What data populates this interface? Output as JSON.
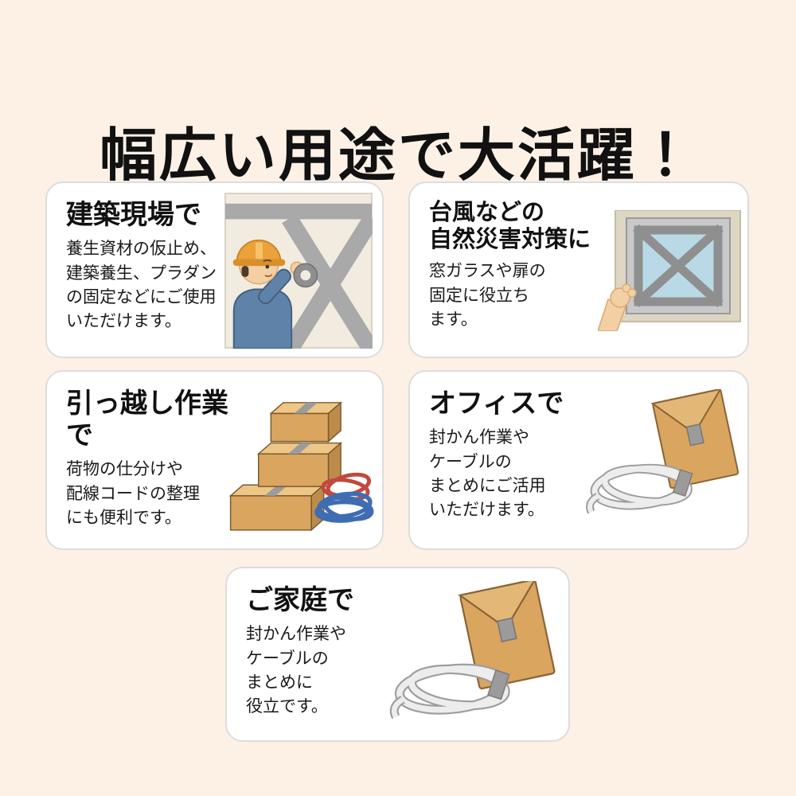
{
  "page": {
    "title": "幅広い用途で大活躍！"
  },
  "cards": [
    {
      "id": "construction",
      "heading": "建築現場で",
      "body": "養生資材の仮止め、\n建築養生、プラダン\nの固定などにご使用\nいただけます。",
      "illustration": "worker-taping-panel"
    },
    {
      "id": "typhoon",
      "heading": "台風などの\n自然災害対策に",
      "body": "窓ガラスや扉の\n固定に役立ち\nます。",
      "illustration": "hand-taping-window"
    },
    {
      "id": "moving",
      "heading": "引っ越し作業で",
      "body": "荷物の仕分けや\n配線コードの整理\nにも便利です。",
      "illustration": "boxes-and-cables"
    },
    {
      "id": "office",
      "heading": "オフィスで",
      "body": "封かん作業や\nケーブルの\nまとめにご活用\nいただけます。",
      "illustration": "envelope-and-cable"
    },
    {
      "id": "home",
      "heading": "ご家庭で",
      "body": "封かん作業や\nケーブルの\nまとめに\n役立です。",
      "illustration": "envelope-and-cable"
    }
  ],
  "colors": {
    "background": "#fdf1e6",
    "card_background": "#ffffff",
    "card_border": "#dcdcdc",
    "tape_gray": "#9b9b9b",
    "box_tan": "#d9a55f",
    "helmet_orange": "#eba23b",
    "work_clothes_blue": "#5f83a8",
    "window_glass_blue": "#b9d9e6",
    "cable_blue": "#3e6db3",
    "cable_red": "#c2483e",
    "skin": "#f3cfa4"
  }
}
